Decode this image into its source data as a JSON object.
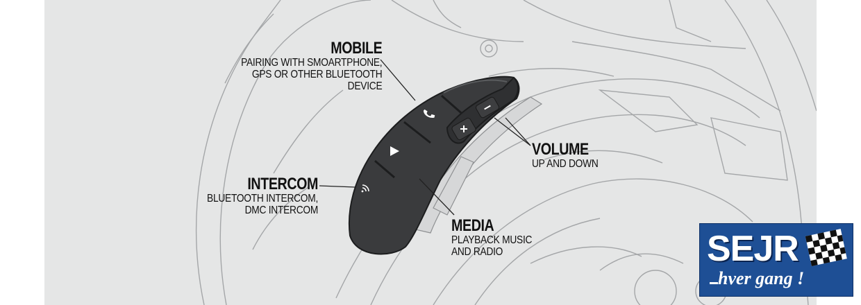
{
  "callouts": {
    "mobile": {
      "title": "MOBILE",
      "description": "PAIRING WITH SMOARTPHONE,\nGPS OR OTHER BLUETOOTH\nDEVICE"
    },
    "intercom": {
      "title": "INTERCOM",
      "description": "BLUETOOTH INTERCOM,\nDMC INTERCOM"
    },
    "volume": {
      "title": "VOLUME",
      "description": "UP AND DOWN"
    },
    "media": {
      "title": "MEDIA",
      "description": "PLAYBACK MUSIC\nAND RADIO"
    }
  },
  "buttons": {
    "phone_icon": "phone-icon",
    "play_icon": "play-icon",
    "intercom_icon": "intercom-wave-icon",
    "plus_icon": "plus-icon",
    "minus_icon": "minus-icon"
  },
  "logo": {
    "brand": "SEJR",
    "slogan": "hver gang !",
    "background_color": "#1e4f95"
  },
  "colors": {
    "background": "#e5e6e6",
    "device": "#3a3b3d",
    "line_art": "#9a9c9e"
  }
}
